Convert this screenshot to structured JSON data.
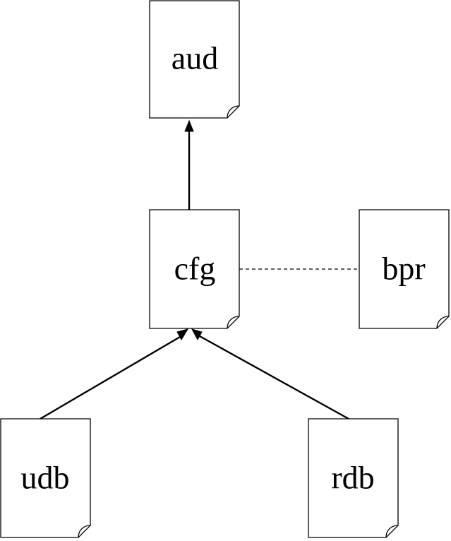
{
  "diagram": {
    "type": "dependency-graph",
    "nodes": [
      {
        "id": "aud",
        "label": "aud"
      },
      {
        "id": "cfg",
        "label": "cfg"
      },
      {
        "id": "bpr",
        "label": "bpr"
      },
      {
        "id": "udb",
        "label": "udb"
      },
      {
        "id": "rdb",
        "label": "rdb"
      }
    ],
    "edges": [
      {
        "from": "cfg",
        "to": "aud",
        "style": "solid",
        "arrow": true
      },
      {
        "from": "udb",
        "to": "cfg",
        "style": "solid",
        "arrow": true
      },
      {
        "from": "rdb",
        "to": "cfg",
        "style": "solid",
        "arrow": true
      },
      {
        "from": "cfg",
        "to": "bpr",
        "style": "dashed",
        "arrow": false
      }
    ]
  }
}
